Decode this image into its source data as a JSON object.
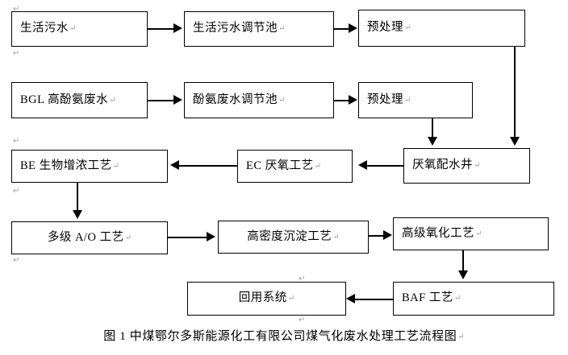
{
  "diagram": {
    "title_caption": "图 1 中煤鄂尔多斯能源化工有限公司煤气化废水处理工艺流程图",
    "pilcrow_glyph": "↵",
    "colors": {
      "stroke": "#000000",
      "background": "#ffffff",
      "pilcrow": "#9aa0b4"
    },
    "nodes": [
      {
        "id": "domestic-sewage",
        "label": "生活污水"
      },
      {
        "id": "domestic-sewage-tank",
        "label": "生活污水调节池"
      },
      {
        "id": "pretreatment-top",
        "label": "预处理"
      },
      {
        "id": "bgl-phenol-ammonia",
        "label": "BGL 高酚氨废水"
      },
      {
        "id": "phenol-ammonia-tank",
        "label": "酚氨废水调节池"
      },
      {
        "id": "pretreatment-bottom",
        "label": "预处理"
      },
      {
        "id": "be-bio-enrichment",
        "label": "BE 生物增浓工艺"
      },
      {
        "id": "ec-anaerobic",
        "label": "EC 厌氧工艺"
      },
      {
        "id": "anaerobic-distribution",
        "label": "厌氧配水井"
      },
      {
        "id": "multistage-ao",
        "label": "多级 A/O 工艺"
      },
      {
        "id": "high-density-sed",
        "label": "高密度沉淀工艺"
      },
      {
        "id": "advanced-oxidation",
        "label": "高级氧化工艺"
      },
      {
        "id": "reuse-system",
        "label": "回用系统"
      },
      {
        "id": "baf-process",
        "label": "BAF 工艺"
      }
    ],
    "edges": [
      {
        "from": "domestic-sewage",
        "to": "domestic-sewage-tank",
        "direction": "right"
      },
      {
        "from": "domestic-sewage-tank",
        "to": "pretreatment-top",
        "direction": "right"
      },
      {
        "from": "bgl-phenol-ammonia",
        "to": "phenol-ammonia-tank",
        "direction": "right"
      },
      {
        "from": "phenol-ammonia-tank",
        "to": "pretreatment-bottom",
        "direction": "right"
      },
      {
        "from": "pretreatment-top",
        "to": "anaerobic-distribution",
        "direction": "down"
      },
      {
        "from": "pretreatment-bottom",
        "to": "anaerobic-distribution",
        "direction": "down"
      },
      {
        "from": "anaerobic-distribution",
        "to": "ec-anaerobic",
        "direction": "left"
      },
      {
        "from": "ec-anaerobic",
        "to": "be-bio-enrichment",
        "direction": "left"
      },
      {
        "from": "be-bio-enrichment",
        "to": "multistage-ao",
        "direction": "down"
      },
      {
        "from": "multistage-ao",
        "to": "high-density-sed",
        "direction": "right"
      },
      {
        "from": "high-density-sed",
        "to": "advanced-oxidation",
        "direction": "right"
      },
      {
        "from": "advanced-oxidation",
        "to": "baf-process",
        "direction": "down"
      },
      {
        "from": "baf-process",
        "to": "reuse-system",
        "direction": "left"
      }
    ]
  }
}
